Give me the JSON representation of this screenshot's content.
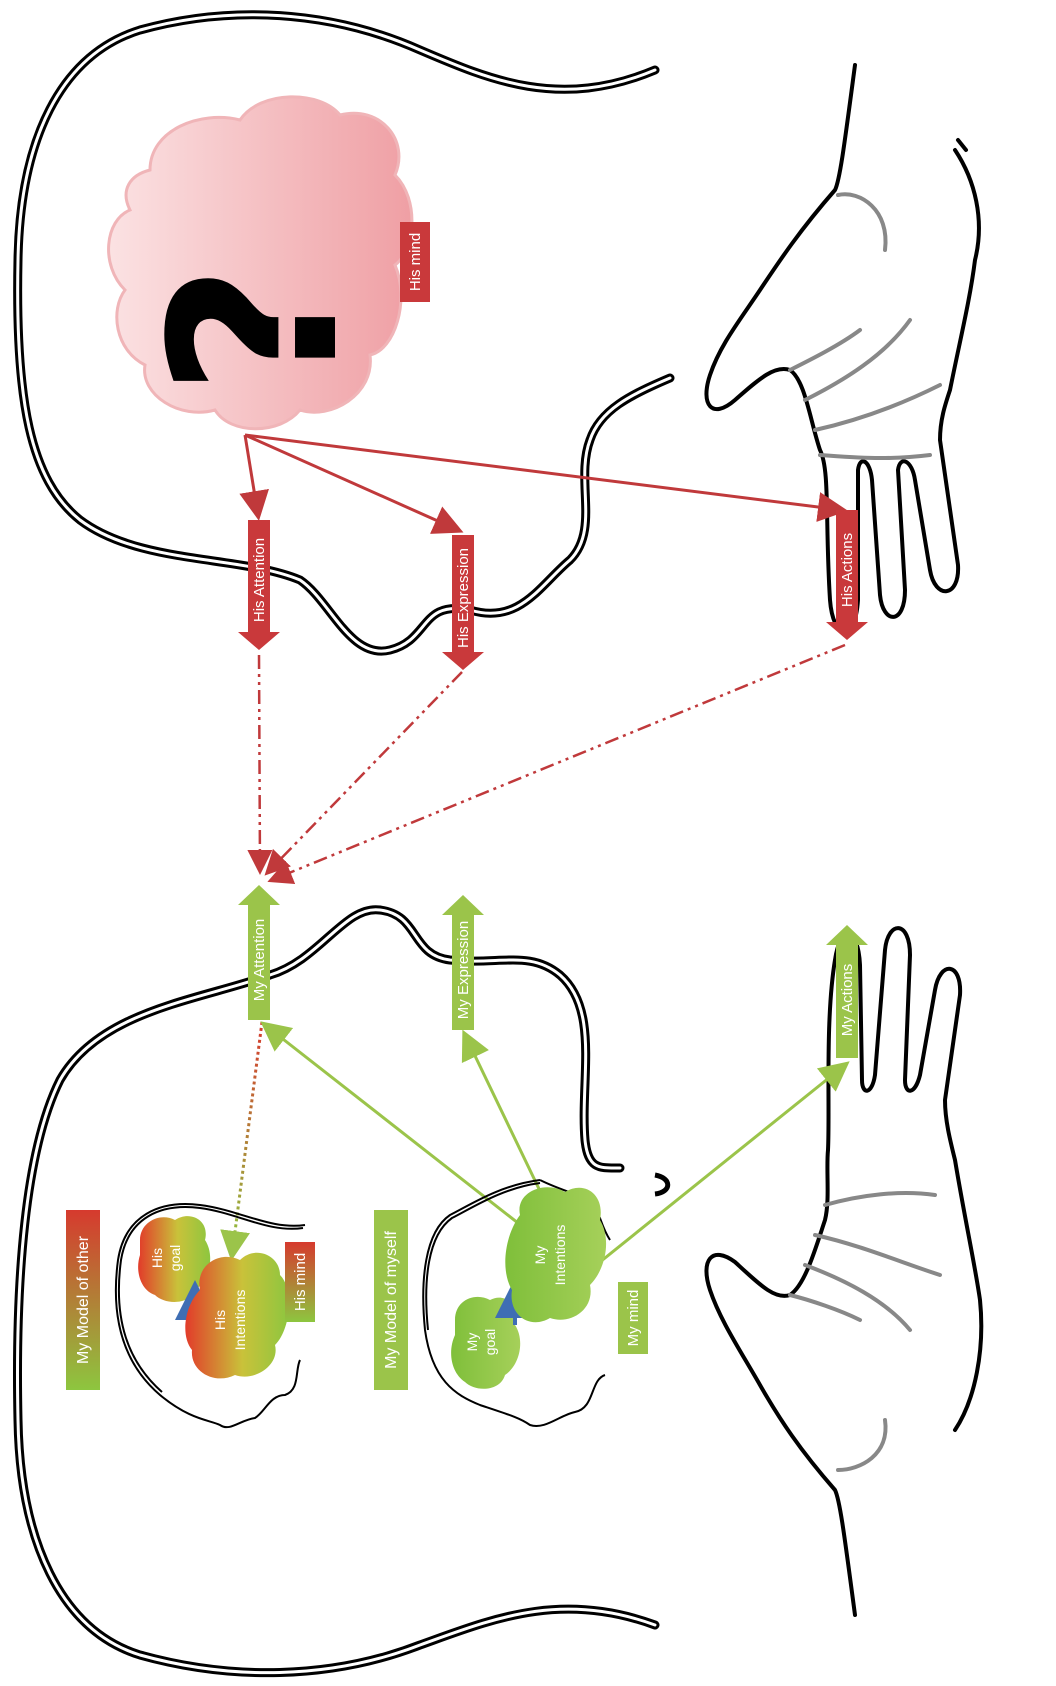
{
  "other_person": {
    "mind_label": "His mind",
    "question_mark": "?",
    "attention_label": "His Attention",
    "expression_label": "His Expression",
    "actions_label": "His Actions"
  },
  "self_person": {
    "attention_label": "My Attention",
    "expression_label": "My Expression",
    "actions_label": "My Actions",
    "mind_label": "My mind"
  },
  "model_of_other": {
    "title": "My Model of other",
    "goal_line1": "His",
    "goal_line2": "goal",
    "intentions_line1": "His",
    "intentions_line2": "Intentions",
    "mind_label": "His mind"
  },
  "model_of_myself": {
    "title": "My Model of myself",
    "goal_line1": "My",
    "goal_line2": "goal",
    "intentions_line1": "My",
    "intentions_line2": "Intentions"
  },
  "colors": {
    "red": "#c0393b",
    "green": "#9bc44a",
    "blue": "#3f6eb4",
    "pink_cloud": "#f2a9ad"
  }
}
